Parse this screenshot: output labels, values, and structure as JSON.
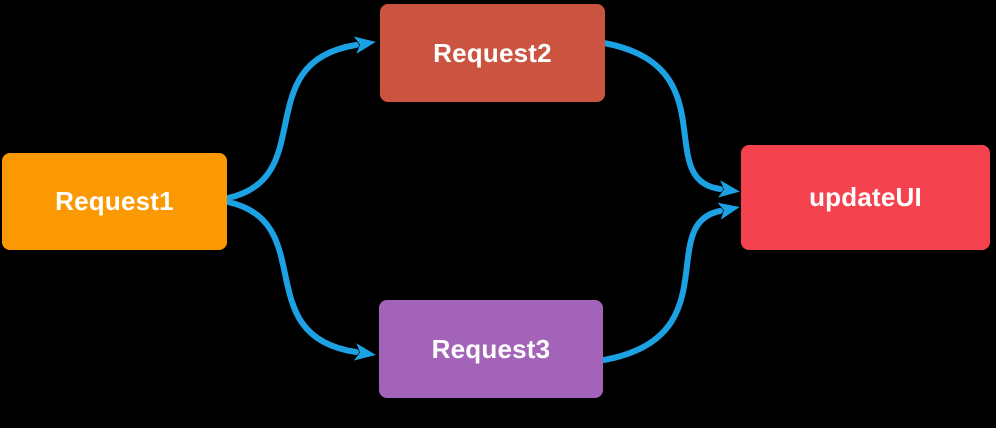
{
  "diagram": {
    "background_color": "#000000",
    "arrow_color": "#1CA1E3",
    "text_color": "#FFFFFF",
    "nodes": [
      {
        "id": "request1",
        "label": "Request1",
        "color": "#FB9902"
      },
      {
        "id": "request2",
        "label": "Request2",
        "color": "#CB5441"
      },
      {
        "id": "request3",
        "label": "Request3",
        "color": "#A263B9"
      },
      {
        "id": "updateUI",
        "label": "updateUI",
        "color": "#F5424F"
      }
    ],
    "edges": [
      {
        "from": "Request1",
        "to": "Request2"
      },
      {
        "from": "Request1",
        "to": "Request3"
      },
      {
        "from": "Request2",
        "to": "updateUI"
      },
      {
        "from": "Request3",
        "to": "updateUI"
      }
    ]
  }
}
